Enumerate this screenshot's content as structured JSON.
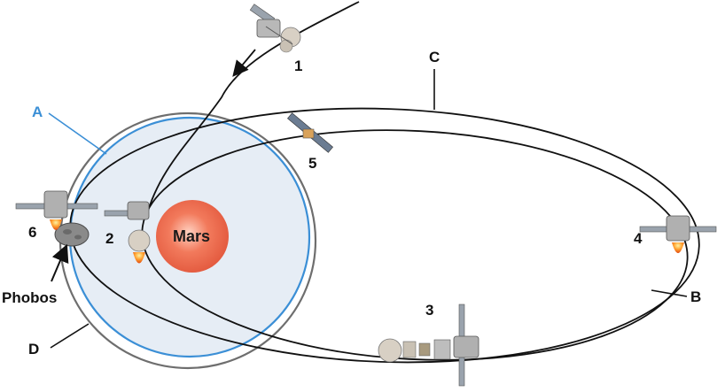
{
  "labels": {
    "a": "A",
    "b": "B",
    "c": "C",
    "d": "D",
    "mars": "Mars",
    "phobos": "Phobos",
    "stage1": "1",
    "stage2": "2",
    "stage3": "3",
    "stage4": "4",
    "stage5": "5",
    "stage6": "6"
  },
  "colors": {
    "orbit_a": "#3b8fd6",
    "orbit_d": "#6e6e6e",
    "sphere_fill": "#e6edf5",
    "mars_core": "#f06a4e",
    "trajectory": "#111111"
  }
}
